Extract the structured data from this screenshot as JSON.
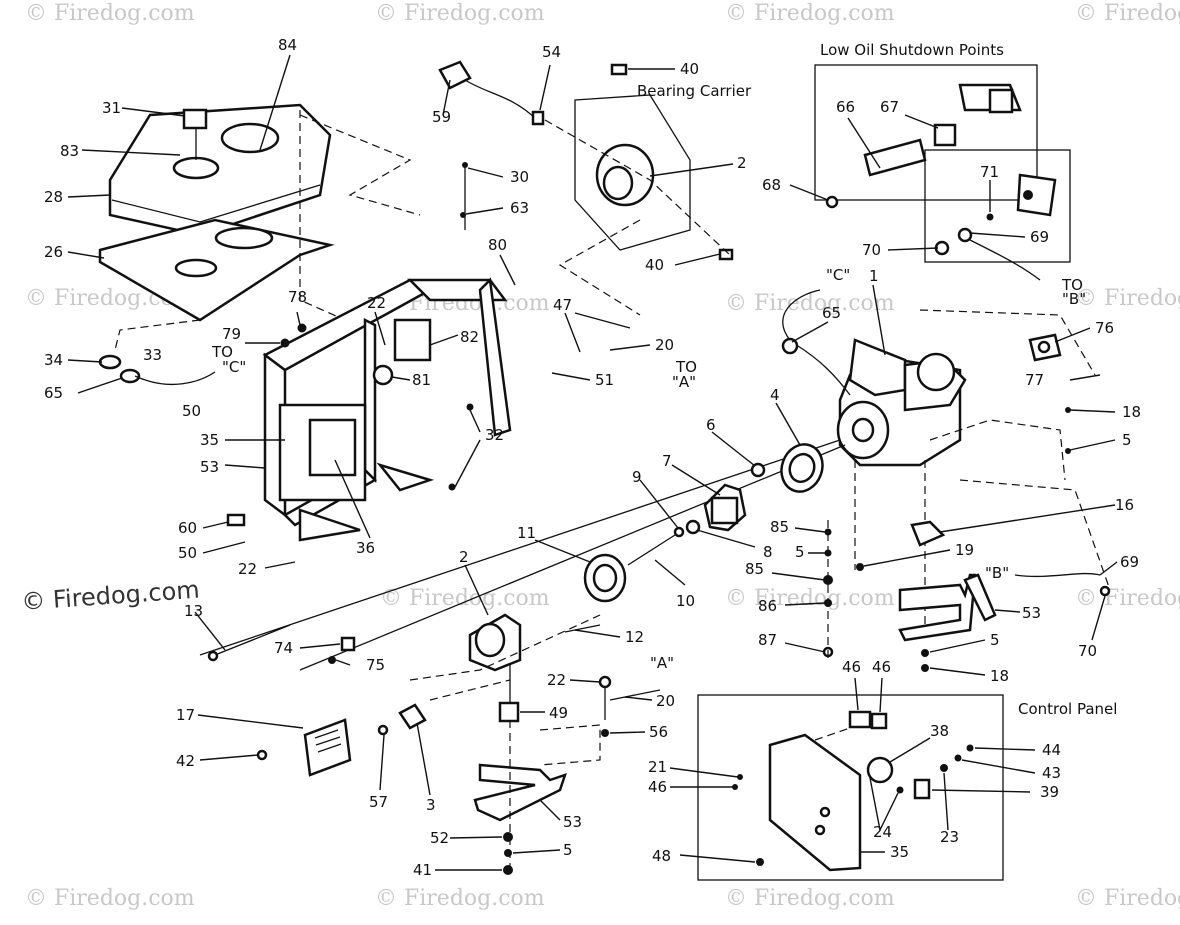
{
  "headers": {
    "low_oil": "Low Oil Shutdown Points",
    "bearing_carrier": "Bearing Carrier",
    "control_panel": "Control Panel"
  },
  "watermark": "© Firedog.com",
  "watermark_faint": "© Firedog.com",
  "callouts": [
    "84",
    "31",
    "83",
    "28",
    "26",
    "34",
    "33",
    "65",
    "79",
    "78",
    "22",
    "82",
    "81",
    "50",
    "35",
    "53",
    "36",
    "60",
    "50",
    "22",
    "59",
    "54",
    "40",
    "2",
    "30",
    "63",
    "80",
    "40",
    "47",
    "20",
    "51",
    "32",
    "66",
    "67",
    "68",
    "71",
    "70",
    "69",
    "65",
    "1",
    "76",
    "77",
    "18",
    "5",
    "4",
    "6",
    "7",
    "9",
    "8",
    "85",
    "5",
    "85",
    "86",
    "87",
    "19",
    "16",
    "69",
    "53",
    "5",
    "18",
    "70",
    "11",
    "2",
    "10",
    "12",
    "13",
    "74",
    "75",
    "17",
    "42",
    "57",
    "3",
    "22",
    "20",
    "49",
    "56",
    "53",
    "52",
    "5",
    "41",
    "46",
    "46",
    "38",
    "44",
    "43",
    "21",
    "46",
    "39",
    "24",
    "23",
    "48",
    "35"
  ],
  "quoted_labels": {
    "to_c_top": "TO",
    "to_c_top_letter": "\"C\"",
    "to_a": "TO",
    "to_a_letter": "\"A\"",
    "c_label": "\"C\"",
    "to_b": "TO",
    "to_b_letter": "\"B\"",
    "b_label": "\"B\"",
    "a_label": "\"A\""
  }
}
